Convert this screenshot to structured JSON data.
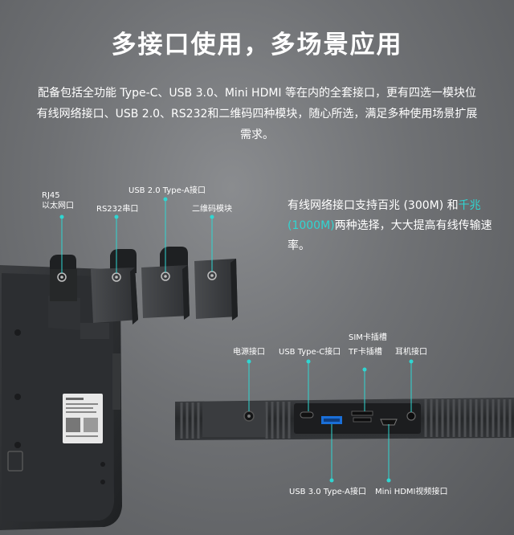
{
  "title": "多接口使用，多场景应用",
  "intro": {
    "line1": "配备包括全功能 Type-C、USB 3.0、Mini HDMI 等在内的全套接口，更有四选一模块位",
    "line2": "有线网络接口、USB 2.0、RS232和二维码四种模块，随心所选，满足多种使用场景扩展",
    "line3": "需求。"
  },
  "description": {
    "part1": "有线网络接口支持百兆 (300M) 和",
    "highlight1": "千兆",
    "part2": "(1000M)",
    "part3": "两种选择，大大提高有线传输速率。"
  },
  "modules": {
    "rj45_line1": "RJ45",
    "rj45_line2": "以太网口",
    "rs232": "RS232串口",
    "usb20": "USB 2.0 Type-A接口",
    "qr": "二维码模块"
  },
  "ports": {
    "power": "电源接口",
    "usbc": "USB Type-C接口",
    "sim": "SIM卡插槽",
    "tf": "TF卡插槽",
    "earphone": "耳机接口",
    "usb30": "USB 3.0 Type-A接口",
    "hdmi": "Mini HDMI视频接口"
  },
  "colors": {
    "accent": "#2fd6d2",
    "text": "#ffffff",
    "device": "#2d2f32"
  }
}
